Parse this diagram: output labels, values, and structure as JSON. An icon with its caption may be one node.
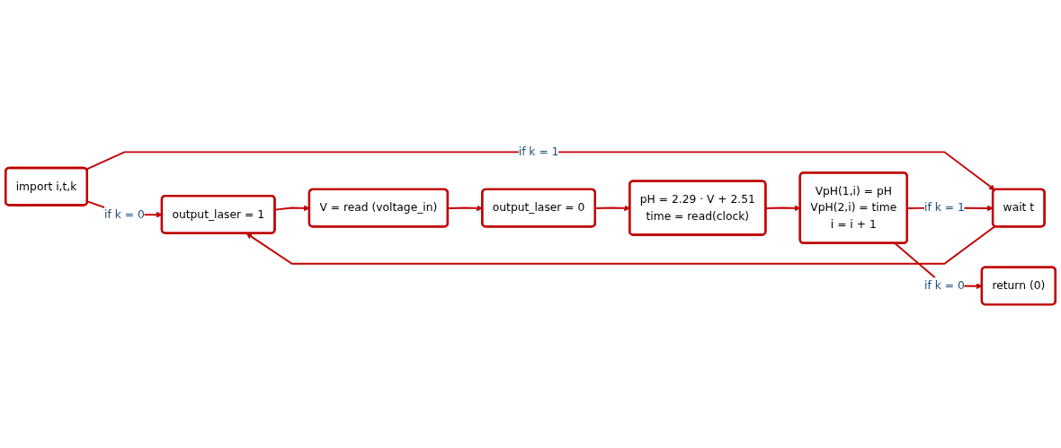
{
  "diagram": {
    "nodes": [
      {
        "text": [
          "import i,t,k"
        ]
      },
      {
        "text": [
          "output_laser = 1"
        ]
      },
      {
        "text": [
          "wait t"
        ]
      },
      {
        "text": [
          "V = read (voltage_in)"
        ]
      },
      {
        "text": [
          "output_laser = 0"
        ]
      },
      {
        "text": [
          "pH = 2.29 · V + 2.51",
          "time = read(clock)"
        ]
      },
      {
        "text": [
          "VpH(1,i) = pH",
          "VpH(2,i) = time",
          "i = i + 1"
        ]
      },
      {
        "text": [
          "return (0)"
        ]
      }
    ],
    "edges": [
      {
        "from": 0,
        "to": 1,
        "arrow": "to",
        "label": "if k = 0"
      },
      {
        "from": 0,
        "to": 2,
        "arrow": "to",
        "label": "if k = 1"
      },
      {
        "from": 2,
        "to": 1,
        "arrow": "to"
      },
      {
        "from": 1,
        "to": 3,
        "arrow": "to"
      },
      {
        "from": 3,
        "to": 4,
        "arrow": "to"
      },
      {
        "from": 4,
        "to": 5,
        "arrow": "to"
      },
      {
        "from": 5,
        "to": 6,
        "arrow": "to"
      },
      {
        "from": 6,
        "to": 2,
        "arrow": "to",
        "label": "if k = 1"
      },
      {
        "from": 6,
        "to": 7,
        "arrow": "to",
        "label": "if k = 0"
      }
    ]
  }
}
